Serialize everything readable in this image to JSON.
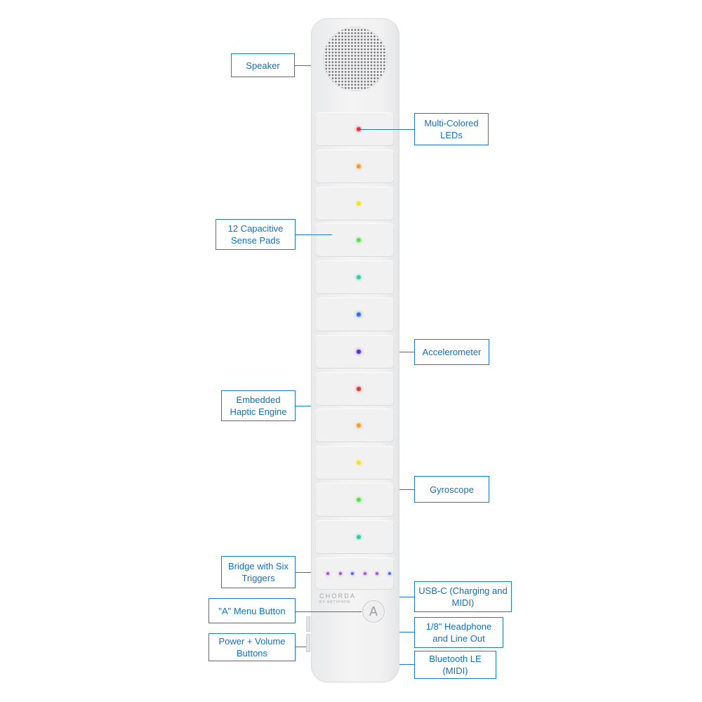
{
  "device": {
    "brand": "CHORDA",
    "brand_sub": "BY ARTIPHON",
    "menu_glyph": "A",
    "pad_leds": [
      "#f0322f",
      "#ff9a1f",
      "#f3e21d",
      "#55e34b",
      "#2ed2a6",
      "#3a6fe0",
      "#5a2fd8",
      "#f0322f",
      "#ff9a1f",
      "#f3e21d",
      "#55e34b",
      "#2ed2a6"
    ],
    "trigger_leds": [
      "#b14fd6",
      "#b14fd6",
      "#5a67e6",
      "#b14fd6",
      "#b14fd6",
      "#3a7ae6"
    ]
  },
  "labels": {
    "speaker": "Speaker",
    "leds": "Multi-Colored LEDs",
    "pads": "12 Capacitive Sense Pads",
    "accelerometer": "Accelerometer",
    "haptic": "Embedded Haptic Engine",
    "gyroscope": "Gyroscope",
    "bridge": "Bridge with Six Triggers",
    "usbc": "USB-C (Charging and MIDI)",
    "menu": "\"A\" Menu Button",
    "headphone": "1/8\" Headphone and Line Out",
    "power": "Power + Volume Buttons",
    "bluetooth": "Bluetooth LE (MIDI)"
  },
  "colors": {
    "accent": "#1c7ccc",
    "label_text": "#1270bd",
    "device": "#f1f1f2"
  }
}
